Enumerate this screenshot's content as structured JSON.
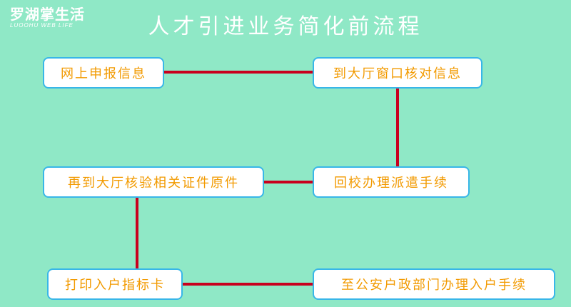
{
  "logo": {
    "main": "罗湖掌生活",
    "sub": "LUOOHU WEB LIFE"
  },
  "title": "人才引进业务简化前流程",
  "colors": {
    "background": "#8fe8c6",
    "box_fill": "#ffffff",
    "box_border": "#38b6e8",
    "box_text": "#f29a00",
    "connector": "#c8001e",
    "title_text": "#ffffff"
  },
  "steps": [
    {
      "id": "b1",
      "label": "网上申报信息"
    },
    {
      "id": "b2",
      "label": "到大厅窗口核对信息"
    },
    {
      "id": "b3",
      "label": "回校办理派遣手续"
    },
    {
      "id": "b4",
      "label": "再到大厅核验相关证件原件"
    },
    {
      "id": "b5",
      "label": "打印入户指标卡"
    },
    {
      "id": "b6",
      "label": "至公安户政部门办理入户手续"
    }
  ],
  "edges": [
    {
      "from": "b1",
      "to": "b2"
    },
    {
      "from": "b2",
      "to": "b3"
    },
    {
      "from": "b3",
      "to": "b4"
    },
    {
      "from": "b4",
      "to": "b5"
    },
    {
      "from": "b5",
      "to": "b6"
    }
  ]
}
